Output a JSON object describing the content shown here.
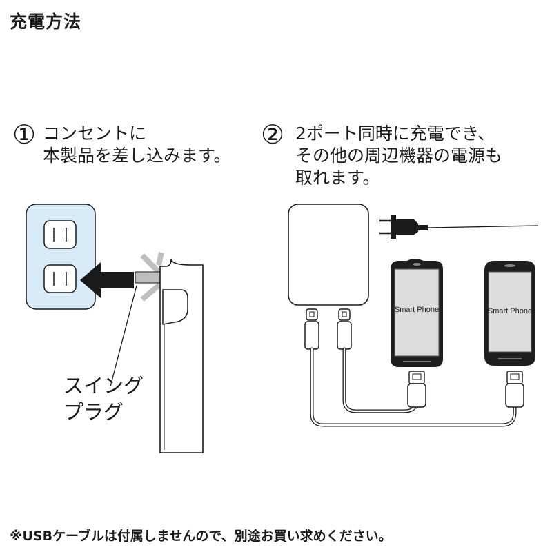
{
  "title": "充電方法",
  "step1": {
    "number": "①",
    "lines": [
      "コンセントに",
      "本製品を差し込みます。"
    ],
    "swing_label": [
      "スイング",
      "プラグ"
    ]
  },
  "step2": {
    "number": "②",
    "lines": [
      "2ポート同時に充電でき、",
      "その他の周辺機器の電源も",
      "取れます。"
    ],
    "phone_labels": [
      "Smart Phone",
      "Smart Phone"
    ]
  },
  "footnote": "※USBケーブルは付属しませんので、別途お買い求めください。",
  "colors": {
    "outlet_fill": "#d7ecf8",
    "line": "#1a1a1a",
    "plug_gray": "#bfbfbf",
    "screen_gray": "#dcdcdc"
  }
}
